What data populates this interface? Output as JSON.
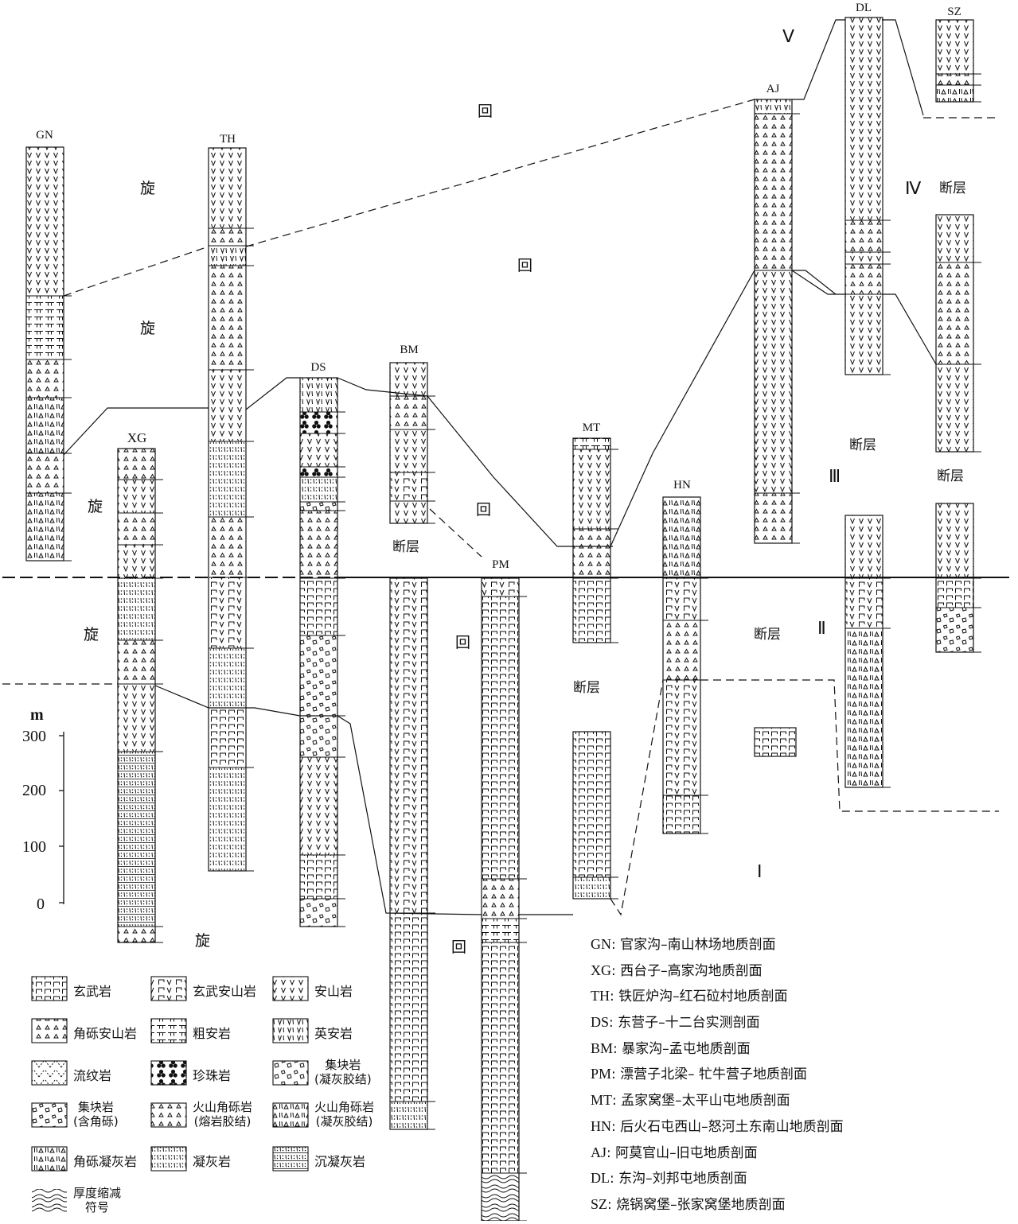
{
  "columns": [
    {
      "code": "GN"
    },
    {
      "code": "XG"
    },
    {
      "code": "TH"
    },
    {
      "code": "DS"
    },
    {
      "code": "BM"
    },
    {
      "code": "PM"
    },
    {
      "code": "MT"
    },
    {
      "code": "HN"
    },
    {
      "code": "AJ"
    },
    {
      "code": "DL"
    },
    {
      "code": "SZ"
    }
  ],
  "cycle_labels": {
    "xuan": "旋",
    "hui": "回"
  },
  "fault_label": "断层",
  "roman_numerals": [
    "Ⅰ",
    "Ⅱ",
    "Ⅲ",
    "Ⅳ",
    "Ⅴ"
  ],
  "scale": {
    "unit": "m",
    "ticks": [
      "300",
      "200",
      "100",
      "0"
    ]
  },
  "legend": [
    {
      "label": "玄武岩",
      "pattern": "basalt"
    },
    {
      "label": "玄武安山岩",
      "pattern": "basaltic-andesite"
    },
    {
      "label": "安山岩",
      "pattern": "andesite"
    },
    {
      "label": "角砾安山岩",
      "pattern": "breccia-andesite"
    },
    {
      "label": "粗安岩",
      "pattern": "trachyandesite"
    },
    {
      "label": "英安岩",
      "pattern": "dacite"
    },
    {
      "label": "流纹岩",
      "pattern": "rhyolite"
    },
    {
      "label": "珍珠岩",
      "pattern": "perlite"
    },
    {
      "label": "集块岩\n(凝灰胶结)",
      "pattern": "agglomerate"
    },
    {
      "label": "集块岩\n(含角砾)",
      "pattern": "agglomerate"
    },
    {
      "label": "火山角砾岩\n(熔岩胶结)",
      "pattern": "breccia-andesite"
    },
    {
      "label": "火山角砾岩\n(凝灰胶结)",
      "pattern": "breccia-tuff"
    },
    {
      "label": "角砾凝灰岩",
      "pattern": "breccia-tuff"
    },
    {
      "label": "凝灰岩",
      "pattern": "tuff"
    },
    {
      "label": "沉凝灰岩",
      "pattern": "sed-tuff"
    },
    {
      "label": "厚度缩减\n符号",
      "pattern": "wave"
    }
  ],
  "sections": [
    {
      "code": "GN",
      "name": "官家沟–南山林场地质剖面"
    },
    {
      "code": "XG",
      "name": "西台子–高家沟地质剖面"
    },
    {
      "code": "TH",
      "name": "铁匠炉沟–红石砬村地质剖面"
    },
    {
      "code": "DS",
      "name": "东营子–十二台实测剖面"
    },
    {
      "code": "BM",
      "name": "暴家沟–孟屯地质剖面"
    },
    {
      "code": "PM",
      "name": "漂营子北梁– 牤牛营子地质剖面"
    },
    {
      "code": "MT",
      "name": "孟家窝堡–太平山屯地质剖面"
    },
    {
      "code": "HN",
      "name": "后火石屯西山–怒河土东南山地质剖面"
    },
    {
      "code": "AJ",
      "name": "阿莫官山–旧屯地质剖面"
    },
    {
      "code": "DL",
      "name": "东沟–刘邦屯地质剖面"
    },
    {
      "code": "SZ",
      "name": "烧锅窝堡–张家窝堡地质剖面"
    }
  ]
}
